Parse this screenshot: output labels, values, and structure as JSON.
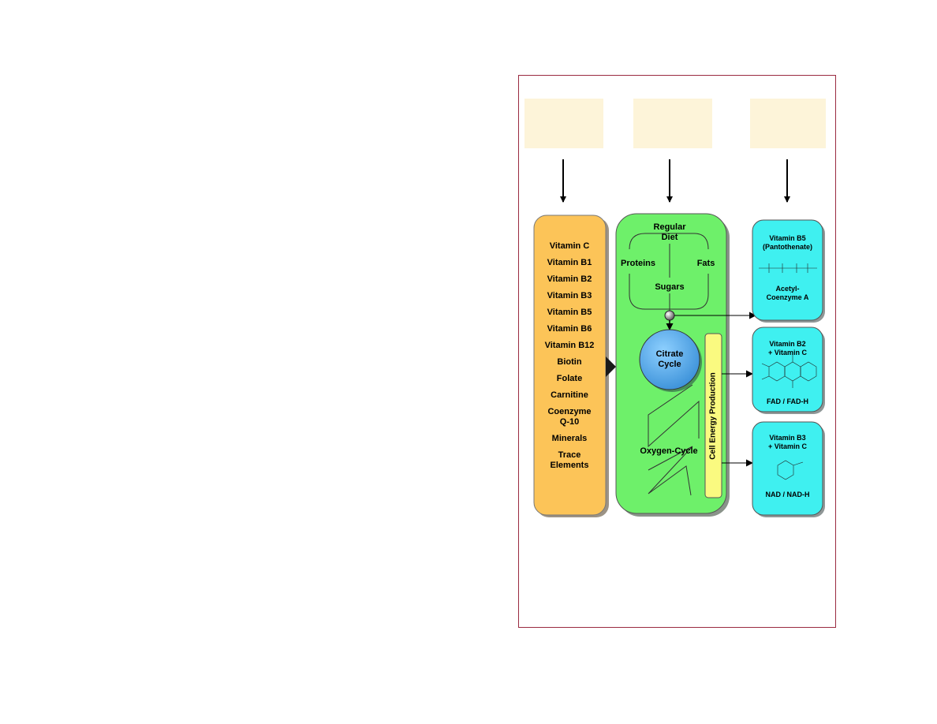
{
  "vitamins_list": [
    "Vitamin C",
    "Vitamin B1",
    "Vitamin B2",
    "Vitamin B3",
    "Vitamin B5",
    "Vitamin B6",
    "Vitamin B12",
    "Biotin",
    "Folate",
    "Carnitine",
    "Coenzyme\nQ-10",
    "Minerals",
    "Trace\nElements"
  ],
  "metabolism": {
    "regular_diet": "Regular\nDiet",
    "proteins": "Proteins",
    "fats": "Fats",
    "sugars": "Sugars",
    "citrate_cycle": "Citrate\nCycle",
    "oxygen_cycle": "Oxygen-Cycle",
    "cell_energy": "Cell Energy Production"
  },
  "coenzymes": [
    {
      "title": "Vitamin B5\n(Pantothenate)",
      "bottom": "Acetyl-\nCoenzyme A"
    },
    {
      "title": "Vitamin B2\n+ Vitamin C",
      "bottom": "FAD / FAD-H"
    },
    {
      "title": "Vitamin B3\n+ Vitamin C",
      "bottom": "NAD / NAD-H"
    }
  ],
  "colors": {
    "frame": "#9a2a40",
    "pale_box": "#fdf4d9",
    "orange": "#fcc458",
    "green": "#6ef06a",
    "cyan": "#3ff0f0",
    "citrate": "#5ab2f0",
    "cell_energy_bar": "#fafa80"
  }
}
